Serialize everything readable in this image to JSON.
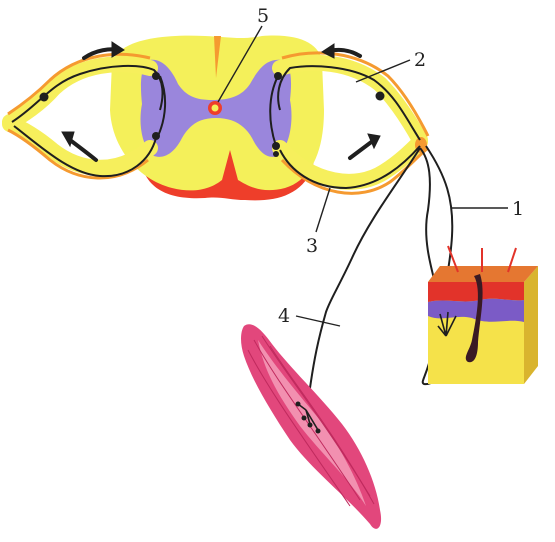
{
  "labels": {
    "l1": "1",
    "l2": "2",
    "l3": "3",
    "l4": "4",
    "l5": "5"
  },
  "colors": {
    "white_matter": "#f4f05a",
    "gray_matter": "#9a86dc",
    "outer_red": "#ee3e2a",
    "outer_orange": "#f59a30",
    "root_yellow": "#f6ef5c",
    "nerve_line": "#1f1f1f",
    "muscle": "#e2477c",
    "muscle_light": "#f290b0",
    "skin_yellow": "#f5e24a",
    "skin_red": "#e2332a",
    "skin_purple": "#7b5bc6",
    "hair": "#3a1a24"
  }
}
